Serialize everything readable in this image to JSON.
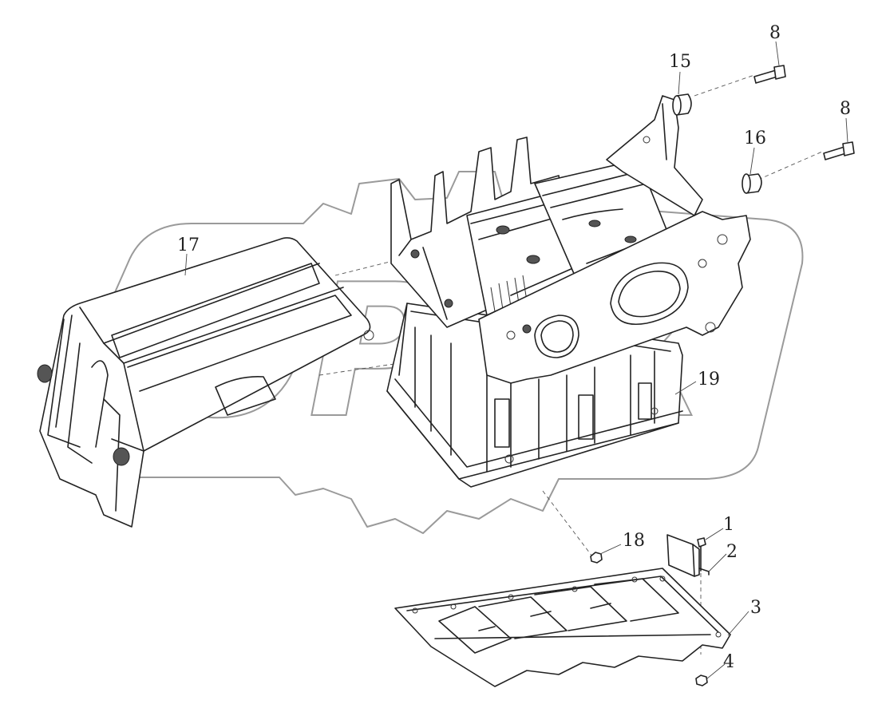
{
  "watermark": {
    "text": "OPEX",
    "color": "#9a9a9a"
  },
  "callouts": {
    "c1": "1",
    "c2": "2",
    "c3": "3",
    "c4": "4",
    "c8a": "8",
    "c8b": "8",
    "c15": "15",
    "c16": "16",
    "c17": "17",
    "c18": "18",
    "c19": "19"
  }
}
